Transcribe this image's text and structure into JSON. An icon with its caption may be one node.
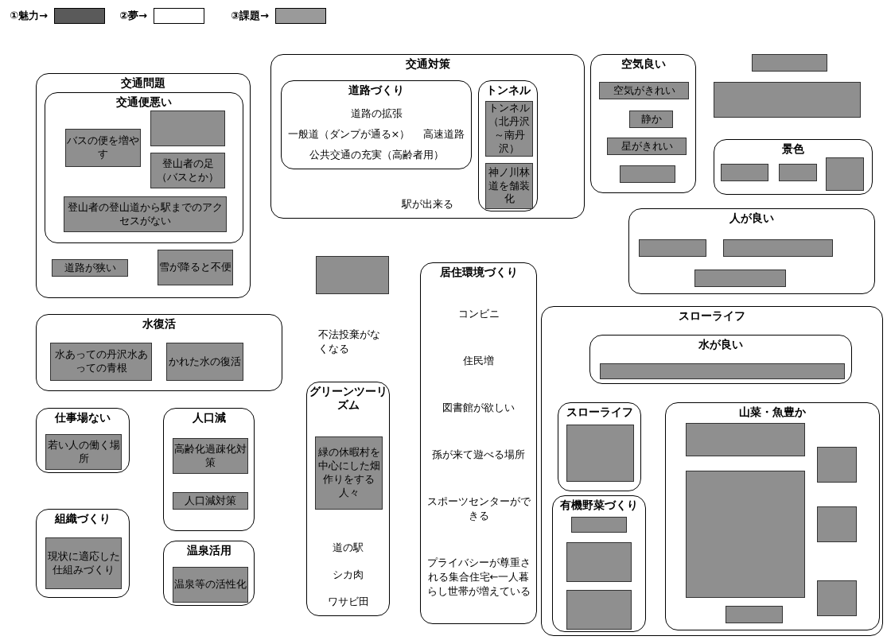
{
  "diagram": {
    "nodes": [
      {
        "text": [
          "交通問題"
        ]
      },
      {
        "text": [
          "交通便悪い"
        ],
        "in": 0
      },
      {
        "text": [],
        "shape": "box",
        "in": 1
      },
      {
        "text": [
          "バスの便を増やす"
        ],
        "in": 1
      },
      {
        "text": [
          "登山者の足（バスとか）"
        ],
        "in": 1
      },
      {
        "text": [
          "登山者の登山道から駅までのアクセスがない"
        ],
        "in": 1
      },
      {
        "text": [
          "道路が狭い"
        ],
        "in": 0
      },
      {
        "text": [
          "雪が降ると不便"
        ],
        "in": 0
      },
      {
        "text": [
          "交通対策",
          "駅が出来る"
        ]
      },
      {
        "text": [
          "道路づくり",
          "道路の拡張",
          "一般道（ダンプが通る×）",
          "高速道路",
          "公共交通の充実（高齢者用）"
        ],
        "in": 8
      },
      {
        "text": [
          "トンネル"
        ],
        "in": 8
      },
      {
        "text": [
          "トンネル（北丹沢～南丹沢）"
        ],
        "in": 10
      },
      {
        "text": [
          "神ノ川林道を舗装化"
        ],
        "in": 10
      },
      {
        "text": [
          "空気良い"
        ]
      },
      {
        "text": [
          "空気がきれい"
        ],
        "in": 13
      },
      {
        "text": [
          "静か"
        ],
        "in": 13
      },
      {
        "text": [
          "星がきれい"
        ],
        "in": 13
      },
      {
        "text": [],
        "shape": "box",
        "in": 13
      },
      {
        "text": [],
        "shape": "box"
      },
      {
        "text": [],
        "shape": "box"
      },
      {
        "text": [
          "景色"
        ]
      },
      {
        "text": [],
        "shape": "box",
        "in": 20
      },
      {
        "text": [],
        "shape": "box",
        "in": 20
      },
      {
        "text": [],
        "shape": "box",
        "in": 20
      },
      {
        "text": [
          "人が良い"
        ]
      },
      {
        "text": [],
        "shape": "box",
        "in": 24
      },
      {
        "text": [],
        "shape": "box",
        "in": 24
      },
      {
        "text": [],
        "shape": "box",
        "in": 24
      },
      {
        "text": [],
        "shape": "box"
      },
      {
        "text": [
          "居住環境づくり",
          "コンビニ",
          "住民増",
          "図書館が欲しい",
          "孫が来て遊べる場所",
          "スポーツセンターができる",
          "プライバシーが尊重される集合住宅←一人暮らし世帯が増えている"
        ]
      },
      {
        "text": [
          "スローライフ"
        ]
      },
      {
        "text": [
          "水が良い"
        ],
        "in": 30
      },
      {
        "text": [],
        "shape": "box",
        "in": 31
      },
      {
        "text": [
          "スローライフ"
        ],
        "in": 30
      },
      {
        "text": [],
        "shape": "box",
        "in": 33
      },
      {
        "text": [
          "山菜・魚豊か"
        ],
        "in": 30
      },
      {
        "text": [],
        "shape": "box",
        "in": 35
      },
      {
        "text": [],
        "shape": "box",
        "in": 35
      },
      {
        "text": [],
        "shape": "box",
        "in": 35
      },
      {
        "text": [],
        "shape": "box",
        "in": 35
      },
      {
        "text": [],
        "shape": "box",
        "in": 35
      },
      {
        "text": [],
        "shape": "box",
        "in": 35
      },
      {
        "text": [
          "有機野菜づくり"
        ],
        "in": 30
      },
      {
        "text": [],
        "shape": "box",
        "in": 42
      },
      {
        "text": [],
        "shape": "box",
        "in": 42
      },
      {
        "text": [],
        "shape": "box",
        "in": 42
      },
      {
        "text": [
          "水復活"
        ]
      },
      {
        "text": [
          "水あっての丹沢水あっての青根"
        ],
        "in": 46
      },
      {
        "text": [
          "かれた水の復活"
        ],
        "in": 46
      },
      {
        "text": [
          "仕事場ない"
        ]
      },
      {
        "text": [
          "若い人の働く場所"
        ],
        "in": 49
      },
      {
        "text": [
          "人口減"
        ]
      },
      {
        "text": [
          "高齢化過疎化対策"
        ],
        "in": 51
      },
      {
        "text": [
          "人口減対策"
        ],
        "in": 51
      },
      {
        "text": [
          "組織づくり"
        ]
      },
      {
        "text": [
          "現状に適応した仕組みづくり"
        ],
        "in": 54
      },
      {
        "text": [
          "温泉活用"
        ]
      },
      {
        "text": [
          "温泉等の活性化"
        ],
        "in": 56
      },
      {
        "text": [
          "グリーンツーリズム",
          "道の駅",
          "シカ肉",
          "ワサビ田"
        ]
      },
      {
        "text": [
          "緑の休暇村を中心にした畑作りをする人々"
        ],
        "in": 58
      }
    ],
    "labels": [
      "不法投棄がなくなる"
    ],
    "legend": [
      {
        "text": "①魅力→",
        "color": "#5a5a5a"
      },
      {
        "text": "②夢→",
        "color": "#ffffff"
      },
      {
        "text": "③課題→",
        "color": "#9a9a9a"
      }
    ]
  }
}
